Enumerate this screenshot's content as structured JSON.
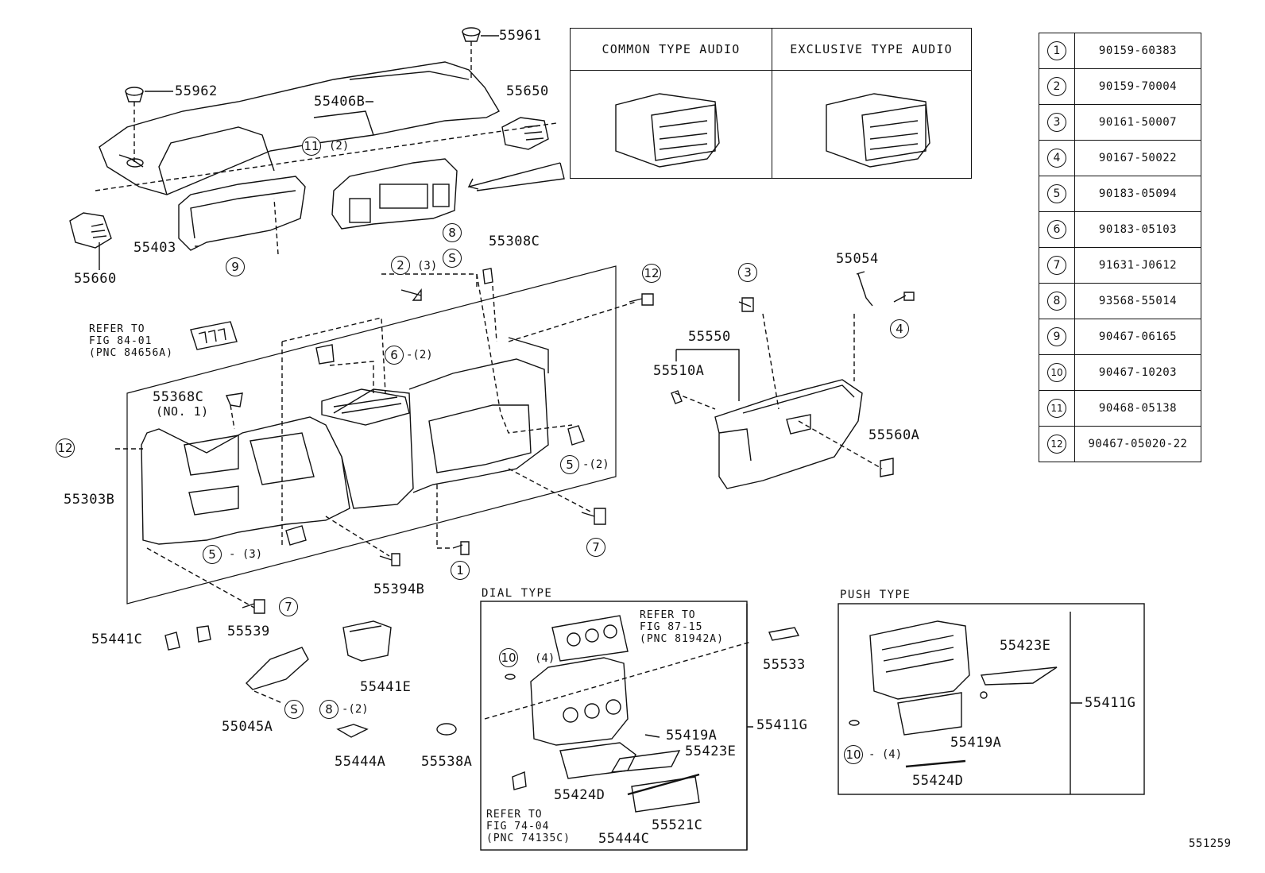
{
  "audio_table": {
    "common": "COMMON TYPE AUDIO",
    "exclusive": "EXCLUSIVE TYPE AUDIO"
  },
  "parts_table": [
    {
      "no": "1",
      "part": "90159-60383"
    },
    {
      "no": "2",
      "part": "90159-70004"
    },
    {
      "no": "3",
      "part": "90161-50007"
    },
    {
      "no": "4",
      "part": "90167-50022"
    },
    {
      "no": "5",
      "part": "90183-05094"
    },
    {
      "no": "6",
      "part": "90183-05103"
    },
    {
      "no": "7",
      "part": "91631-J0612"
    },
    {
      "no": "8",
      "part": "93568-55014"
    },
    {
      "no": "9",
      "part": "90467-06165"
    },
    {
      "no": "10",
      "part": "90467-10203"
    },
    {
      "no": "11",
      "part": "90468-05138"
    },
    {
      "no": "12",
      "part": "90467-05020-22"
    }
  ],
  "labels": {
    "p55961": "55961",
    "p55962": "55962",
    "p55650": "55650",
    "p55406B": "55406B",
    "p55660": "55660",
    "p55403": "55403",
    "p55308C": "55308C",
    "p55054": "55054",
    "p55550": "55550",
    "p55510A": "55510A",
    "p55560A": "55560A",
    "p55368C": "55368C",
    "p55368C_no": "(NO. 1)",
    "p55303B": "55303B",
    "p55394B": "55394B",
    "p55441C": "55441C",
    "p55539": "55539",
    "p55441E": "55441E",
    "p55045A": "55045A",
    "p55444A": "55444A",
    "p55538A": "55538A",
    "p55533": "55533",
    "p55419A_dial": "55419A",
    "p55423E_dial": "55423E",
    "p55411G_dial": "55411G",
    "p55424D_dial": "55424D",
    "p55521C": "55521C",
    "p55444C": "55444C",
    "p55423E_push": "55423E",
    "p55411G_push": "55411G",
    "p55419A_push": "55419A",
    "p55424D_push": "55424D"
  },
  "callouts": {
    "c11": "11",
    "c11q": "(2)",
    "c9": "9",
    "c8": "8",
    "cS": "S",
    "c2": "2",
    "c2q": "(3)",
    "c6": "6",
    "c6q": "-(2)",
    "c12a": "12",
    "c3": "3",
    "c4": "4",
    "c12b": "12",
    "c5a": "5",
    "c5aq": "-(2)",
    "c5b": "5",
    "c5bq": "- (3)",
    "c1": "1",
    "c7a": "7",
    "c7b": "7",
    "cS2": "S",
    "c8b": "8",
    "c8bq": "-(2)",
    "c10a": "10",
    "c10aq": "(4)",
    "c10b": "10",
    "c10bq": "- (4)"
  },
  "notes": {
    "refer84": "REFER TO\nFIG 84-01\n(PNC 84656A)",
    "refer87": "REFER TO\nFIG 87-15\n(PNC 81942A)",
    "refer74": "REFER TO\nFIG 74-04\n(PNC 74135C)"
  },
  "boxes": {
    "dial": "DIAL TYPE",
    "push": "PUSH TYPE"
  },
  "doc_id": "551259"
}
